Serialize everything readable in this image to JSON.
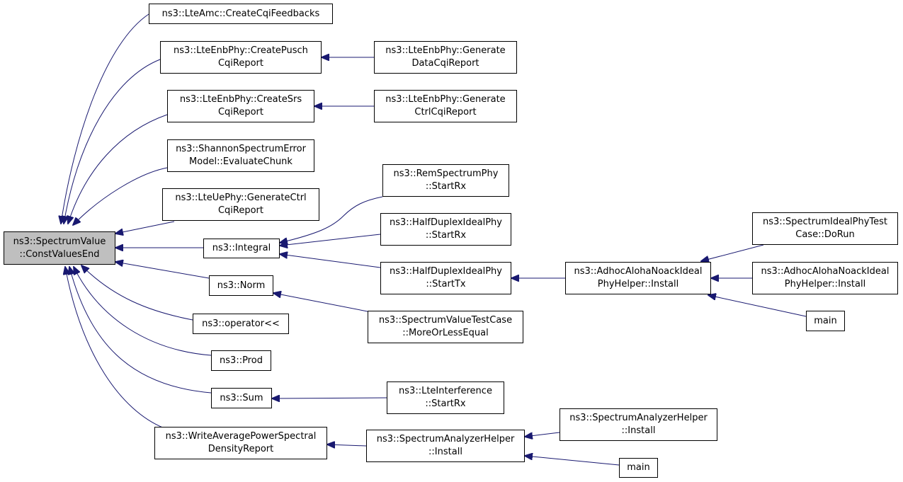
{
  "colors": {
    "edge": "#191970",
    "root_fill": "#bfbfbf",
    "node_fill": "#ffffff",
    "node_border": "#000000"
  },
  "nodes": {
    "root": {
      "lines": [
        "ns3::SpectrumValue",
        "::ConstValuesEnd"
      ]
    },
    "create_cqi_feedbacks": {
      "lines": [
        "ns3::LteAmc::CreateCqiFeedbacks"
      ]
    },
    "create_pusch": {
      "lines": [
        "ns3::LteEnbPhy::CreatePusch",
        "CqiReport"
      ]
    },
    "gen_data_cqi": {
      "lines": [
        "ns3::LteEnbPhy::Generate",
        "DataCqiReport"
      ]
    },
    "create_srs": {
      "lines": [
        "ns3::LteEnbPhy::CreateSrs",
        "CqiReport"
      ]
    },
    "gen_ctrl_cqi": {
      "lines": [
        "ns3::LteEnbPhy::Generate",
        "CtrlCqiReport"
      ]
    },
    "shannon": {
      "lines": [
        "ns3::ShannonSpectrumError",
        "Model::EvaluateChunk"
      ]
    },
    "ue_gen_ctrl": {
      "lines": [
        "ns3::LteUePhy::GenerateCtrl",
        "CqiReport"
      ]
    },
    "rem_startrx": {
      "lines": [
        "ns3::RemSpectrumPhy",
        "::StartRx"
      ]
    },
    "hd_startrx": {
      "lines": [
        "ns3::HalfDuplexIdealPhy",
        "::StartRx"
      ]
    },
    "integral": {
      "lines": [
        "ns3::Integral"
      ]
    },
    "hd_starttx": {
      "lines": [
        "ns3::HalfDuplexIdealPhy",
        "::StartTx"
      ]
    },
    "aloha_helper_install": {
      "lines": [
        "ns3::AdhocAlohaNoackIdeal",
        "PhyHelper::Install"
      ]
    },
    "ideal_test_dorun": {
      "lines": [
        "ns3::SpectrumIdealPhyTest",
        "Case::DoRun"
      ]
    },
    "aloha_helper_install2": {
      "lines": [
        "ns3::AdhocAlohaNoackIdeal",
        "PhyHelper::Install"
      ]
    },
    "main1": {
      "lines": [
        "main"
      ]
    },
    "norm": {
      "lines": [
        "ns3::Norm"
      ]
    },
    "more_or_less": {
      "lines": [
        "ns3::SpectrumValueTestCase",
        "::MoreOrLessEqual"
      ]
    },
    "operator_shift": {
      "lines": [
        "ns3::operator<<"
      ]
    },
    "prod": {
      "lines": [
        "ns3::Prod"
      ]
    },
    "sum": {
      "lines": [
        "ns3::Sum"
      ]
    },
    "lte_interf_startrx": {
      "lines": [
        "ns3::LteInterference",
        "::StartRx"
      ]
    },
    "write_avg": {
      "lines": [
        "ns3::WriteAveragePowerSpectral",
        "DensityReport"
      ]
    },
    "sa_helper_install": {
      "lines": [
        "ns3::SpectrumAnalyzerHelper",
        "::Install"
      ]
    },
    "sa_helper_install2": {
      "lines": [
        "ns3::SpectrumAnalyzerHelper",
        "::Install"
      ]
    },
    "main2": {
      "lines": [
        "main"
      ]
    }
  }
}
